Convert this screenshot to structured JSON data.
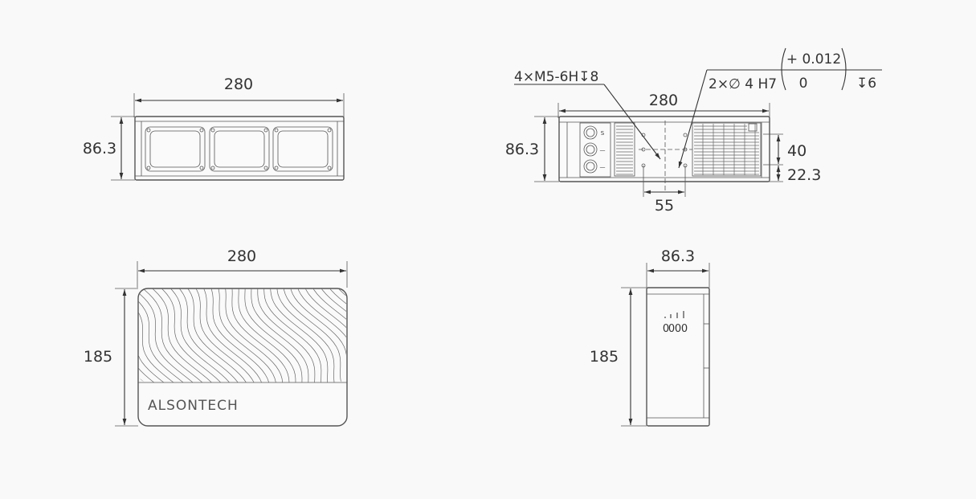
{
  "views": {
    "front": {
      "width_label": "280",
      "height_label": "86.3"
    },
    "rear": {
      "width_label": "280",
      "height_label": "86.3",
      "offset_40_label": "40",
      "offset_22_label": "22.3",
      "spacing_label": "55",
      "callout_thread": "4×M5-6H↧8",
      "callout_hole_prefix": "2×∅ 4 H7",
      "tolerance_upper": "+ 0.012",
      "tolerance_lower": "0",
      "hole_depth": "↧6",
      "port_labels": [
        "S",
        "—",
        "—"
      ]
    },
    "top": {
      "width_label": "280",
      "depth_label": "185",
      "brand_text": "ALSONTECH"
    },
    "side": {
      "width_label": "86.3",
      "depth_label": "185",
      "led_glyph": "0"
    }
  },
  "colors": {
    "line": "#333333",
    "background": "#f9f9f9"
  }
}
